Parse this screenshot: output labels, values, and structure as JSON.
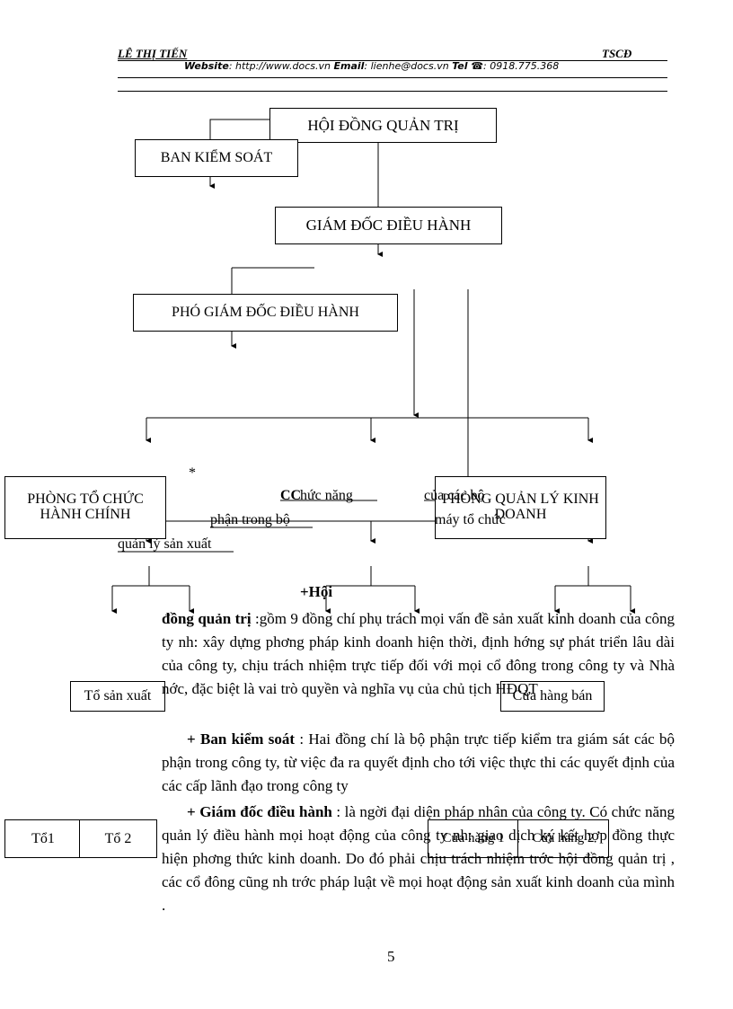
{
  "header": {
    "author": "LÊ THỊ TIẾN",
    "code": "TSCĐ",
    "website_label": "Website",
    "website_value": ": http://www.docs.vn",
    "email_label": "Email",
    "email_value": ": lienhe@docs.vn",
    "tel_label": "Tel",
    "tel_value": ": 0918.775.368"
  },
  "org_chart": {
    "board": "HỘI ĐỒNG QUẢN TRỊ",
    "supervisory": "BAN KIỂM SOÁT",
    "director": "GIÁM ĐỐC ĐIỀU HÀNH",
    "deputy_director": "PHÓ GIÁM ĐỐC ĐIỀU HÀNH",
    "dept_admin": "PHÒNG TỔ CHỨC HÀNH CHÍNH",
    "dept_business": "PHÒNG QUẢN LÝ KINH DOANH",
    "production_team": "Tổ sản xuất",
    "sales_store": "Cửa hàng bán",
    "team_1": "Tổ1",
    "team_2": "Tổ 2",
    "store_1": "Cửa hàng 1",
    "store_2": "Cửa hàng 2"
  },
  "overlay": {
    "asterisk": "*",
    "cc": "CC",
    "chuc_nang": "hức   năng",
    "cua": "của các bộ",
    "phan": "phận trong bộ",
    "may": "máy tổ chức",
    "quan_ly": "quản lý sản xuất",
    "hoi": "+Hội"
  },
  "body": {
    "p1_bold": "đồng quản trị",
    "p1_text": " :gồm 9 đồng chí phụ trách mọi vấn đề sản xuất kinh doanh của công ty nh:  xây dựng phơng   pháp kinh doanh hiện thời, định hớng  sự phát triển lâu dài của công ty, chịu  trách nhiệm  trực tiếp đối với mọi cổ đông  trong công ty và Nhà nớc,  đặc biệt là vai trò quyền và nghĩa vụ của chủ tịch HĐQT",
    "p2_bold": "+ Ban kiểm soát",
    "p2_text": " : Hai đồng chí là bộ phận trực tiếp kiểm tra giám sát các bộ phận trong công ty, từ việc đa   ra quyết định cho tới việc thực thi các quyết định của các cấp lãnh đạo trong công ty",
    "p3_bold": "+ Giám đốc điều hành",
    "p3_text": " : là ngời   đại diện pháp nhân của công ty. Có chức  năng quản lý  điều hành mọi hoạt động của công ty nh: giao dịch ký kết hợp đồng thực hiện phơng   thức kinh doanh. Do đó phải chịu trách nhiệm trớc  hội đồng quản trị , các cổ đông cũng nh  trớc  pháp luật về mọi hoạt động sản xuất kinh doanh của mình ."
  },
  "page_number": "5"
}
